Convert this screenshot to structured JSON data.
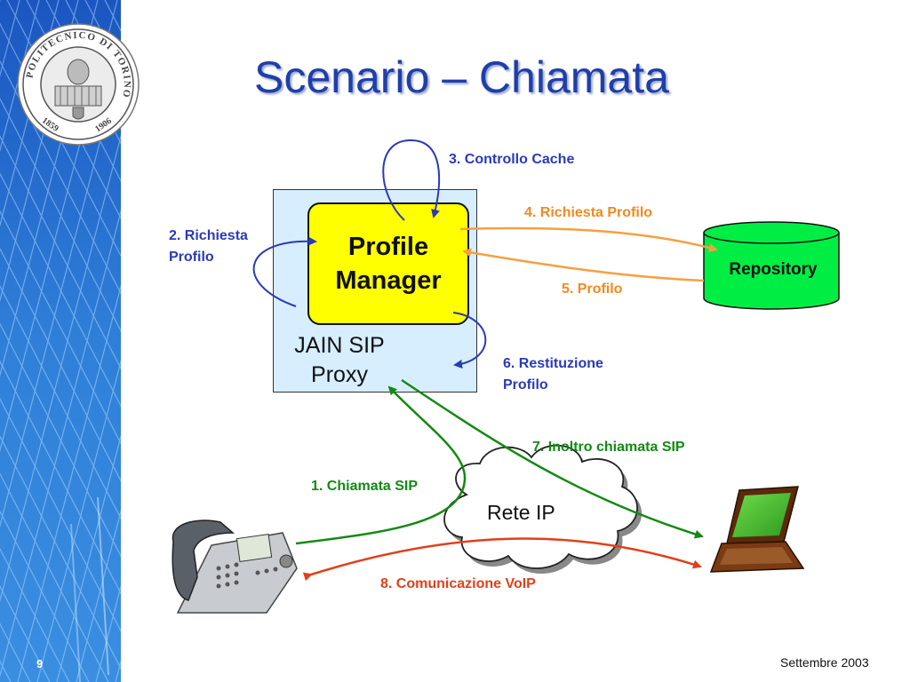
{
  "title": "Scenario – Chiamata",
  "logo": {
    "ring_text": "POLITECNICO DI TORINO",
    "year_left": "1859",
    "year_right": "1906"
  },
  "diagram": {
    "profile_manager": [
      "Profile",
      "Manager"
    ],
    "proxy": [
      "JAIN SIP",
      "Proxy"
    ],
    "repository": "Repository",
    "network": "Rete IP",
    "steps": {
      "step1": "1. Chiamata SIP",
      "step2": [
        "2. Richiesta",
        "Profilo"
      ],
      "step3": "3. Controllo Cache",
      "step4": "4. Richiesta Profilo",
      "step5": "5. Profilo",
      "step6": [
        "6. Restituzione",
        "Profilo"
      ],
      "step7": "7. Inoltro chiamata SIP",
      "step8": "8. Comunicazione VoIP"
    }
  },
  "colors": {
    "title": "#1f3fa8",
    "blue_arrow": "#2a3ab8",
    "orange_arrow": "#f5a040",
    "green_arrow": "#138a13",
    "red_arrow": "#e0401a",
    "profile_manager_fill": "#ffff00",
    "repository_fill": "#00ee44",
    "proxy_fill": "#d6eeff",
    "sidebar": "#2a6fd0"
  },
  "footer": {
    "date": "Settembre 2003",
    "page": "9"
  }
}
